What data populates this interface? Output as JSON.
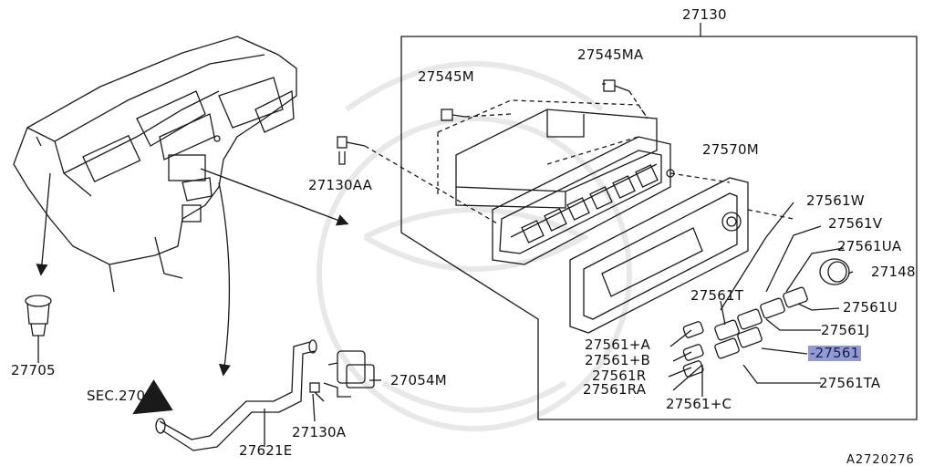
{
  "labels": {
    "p27130": "27130",
    "p27545m": "27545M",
    "p27545ma": "27545MA",
    "p27570m": "27570M",
    "p27130aa": "27130AA",
    "p27561w": "27561W",
    "p27561v": "27561V",
    "p27561ua": "27561UA",
    "p27148": "27148",
    "p27561t": "27561T",
    "p27561u": "27561U",
    "p27561j": "27561J",
    "p27561": "-27561",
    "p27561ta": "27561TA",
    "p27561pa": "27561+A",
    "p27561pb": "27561+B",
    "p27561r": "27561R",
    "p27561ra": "27561RA",
    "p27561pc": "27561+C",
    "p27705": "27705",
    "p27054m": "27054M",
    "p27130a": "27130A",
    "p27621e": "27621E",
    "sec270": "SEC.270",
    "drawing_id": "A2720276"
  },
  "colors": {
    "line": "#1a1a1a",
    "highlight": "#8f9ad6",
    "watermark": "#e6e6e6"
  }
}
